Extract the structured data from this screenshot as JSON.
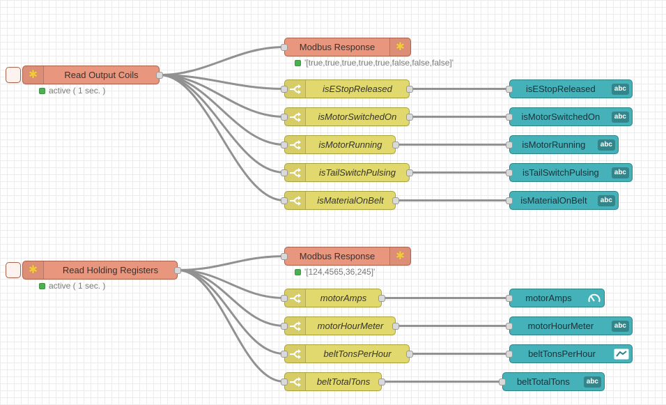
{
  "icons": {
    "modbus": "✱",
    "switch": "shuffle-fork",
    "status_dot_color": "#4caf50"
  },
  "colors": {
    "modbus_node": "#e8967e",
    "function_node": "#e2d96e",
    "dashboard_node": "#45b2b9",
    "wire": "#919191"
  },
  "flows": [
    {
      "reader": {
        "label": "Read Output Coils",
        "status": "active ( 1 sec. )"
      },
      "response": {
        "label": "Modbus Response",
        "status": "'[true,true,true,true,true,false,false,false]'"
      },
      "functions": [
        {
          "label": "isEStopReleased"
        },
        {
          "label": "isMotorSwitchedOn"
        },
        {
          "label": "isMotorRunning"
        },
        {
          "label": "isTailSwitchPulsing"
        },
        {
          "label": "isMaterialOnBelt"
        }
      ],
      "widgets": [
        {
          "label": "isEStopReleased",
          "badge": "abc"
        },
        {
          "label": "isMotorSwitchedOn",
          "badge": "abc"
        },
        {
          "label": "isMotorRunning",
          "badge": "abc"
        },
        {
          "label": "isTailSwitchPulsing",
          "badge": "abc"
        },
        {
          "label": "isMaterialOnBelt",
          "badge": "abc"
        }
      ]
    },
    {
      "reader": {
        "label": "Read Holding Registers",
        "status": "active ( 1 sec. )"
      },
      "response": {
        "label": "Modbus Response",
        "status": "'[124,4565,36,245]'"
      },
      "functions": [
        {
          "label": "motorAmps"
        },
        {
          "label": "motorHourMeter"
        },
        {
          "label": "beltTonsPerHour"
        },
        {
          "label": "beltTotalTons"
        }
      ],
      "widgets": [
        {
          "label": "motorAmps",
          "icon": "gauge-icon"
        },
        {
          "label": "motorHourMeter",
          "badge": "abc"
        },
        {
          "label": "beltTonsPerHour",
          "icon": "chart-icon"
        },
        {
          "label": "beltTotalTons",
          "badge": "abc"
        }
      ]
    }
  ]
}
